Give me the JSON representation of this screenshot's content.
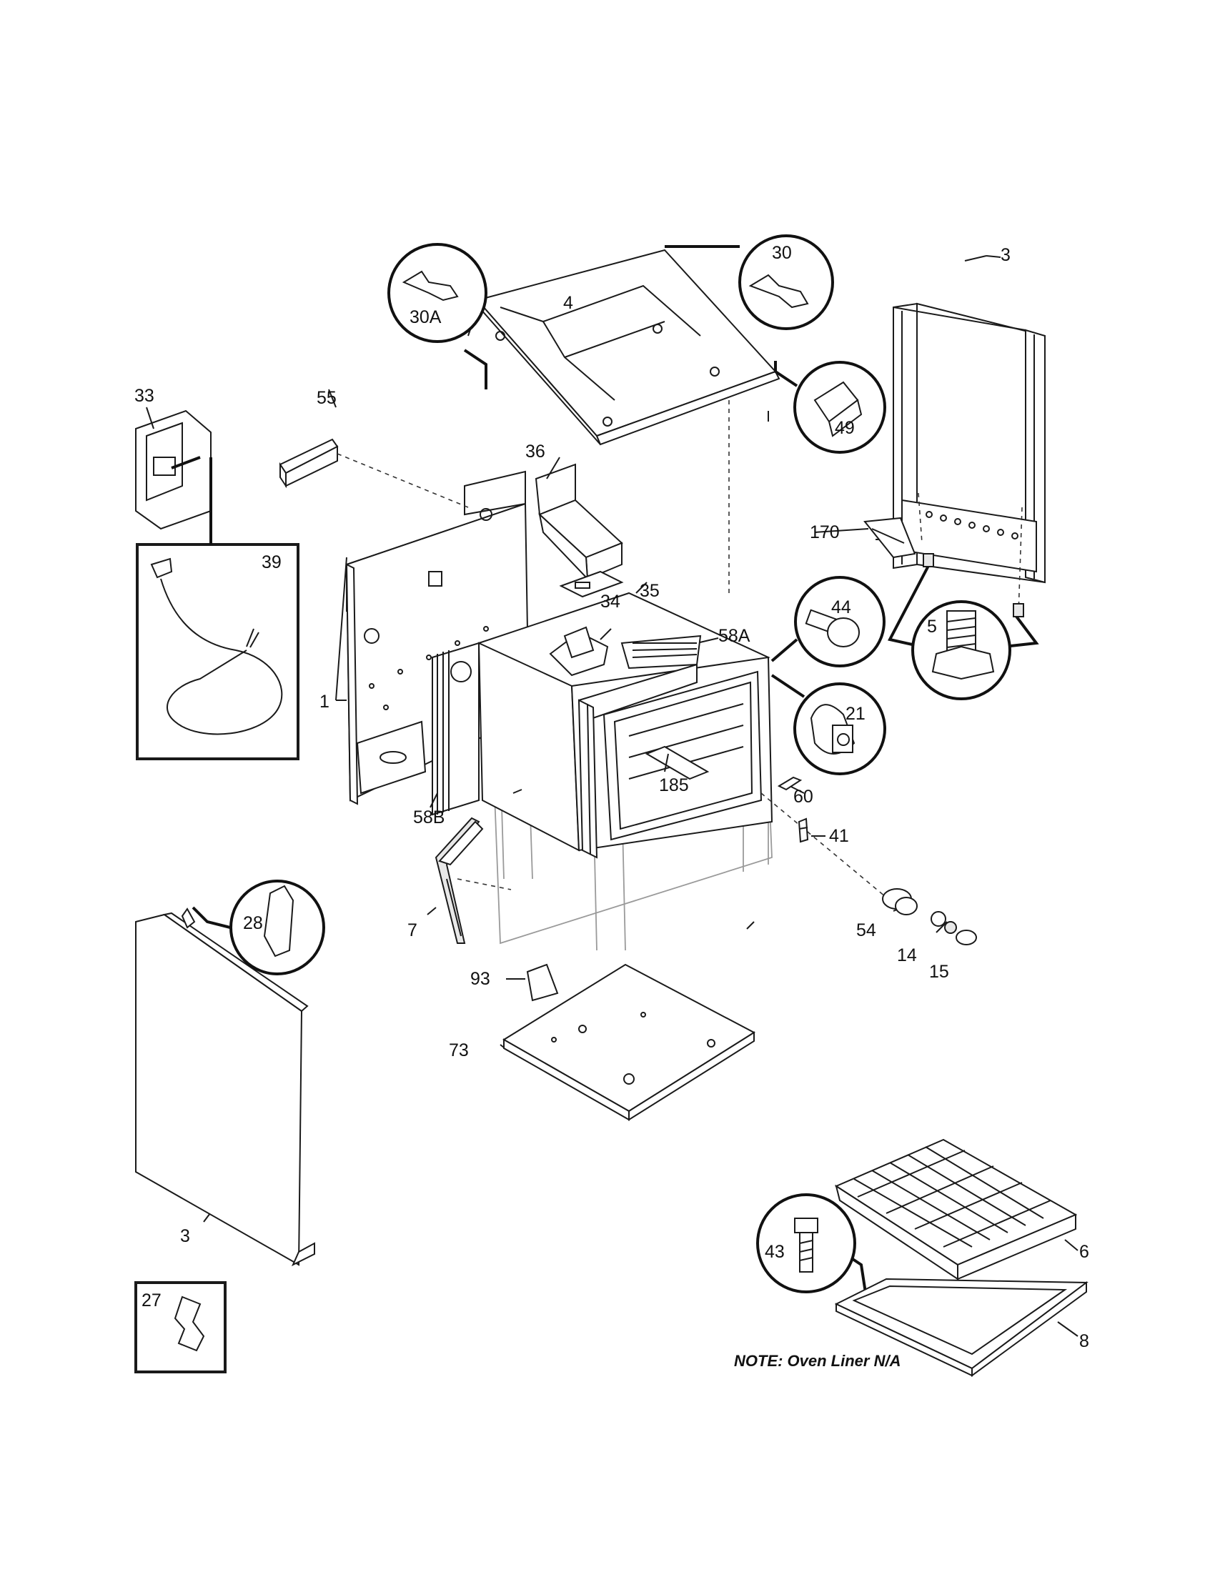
{
  "note": "NOTE: Oven Liner N/A",
  "labels": {
    "p3_right": "3",
    "p3_left": "3",
    "p4": "4",
    "p30": "30",
    "p30a": "30A",
    "p49": "49",
    "p33": "33",
    "p55": "55",
    "p36": "36",
    "p39": "39",
    "p35": "35",
    "p34": "34",
    "p58a": "58A",
    "p58b": "58B",
    "p1": "1",
    "p44": "44",
    "p21": "21",
    "p170": "170",
    "p5": "5",
    "p60": "60",
    "p185": "185",
    "p41": "41",
    "p7": "7",
    "p28": "28",
    "p54": "54",
    "p14": "14",
    "p15": "15",
    "p93": "93",
    "p73": "73",
    "p43": "43",
    "p6": "6",
    "p8": "8",
    "p27": "27"
  }
}
